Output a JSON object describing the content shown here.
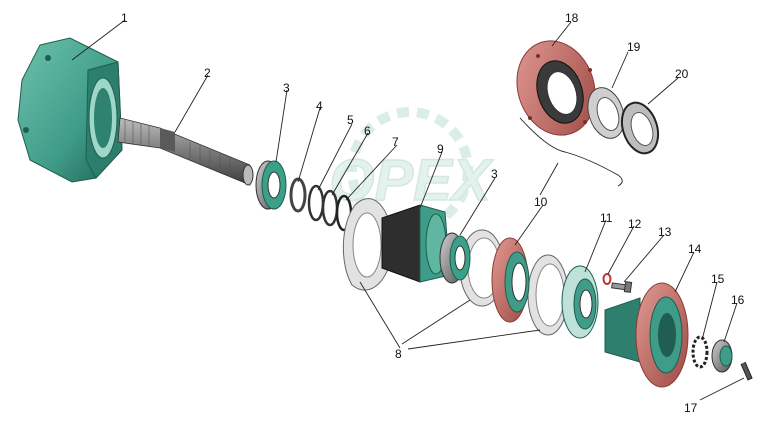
{
  "watermark": "OPEX",
  "colors": {
    "housing": "#3f9c88",
    "housing_dark": "#24705f",
    "steel": "#8a8a8a",
    "steel_dark": "#4a4a4a",
    "seal_red": "#c7706a",
    "seal_red_dark": "#8b3b36",
    "gasket": "#d8d8d8",
    "watermark": "#d6ece4"
  },
  "callouts": [
    {
      "id": "1",
      "text": "1"
    },
    {
      "id": "2",
      "text": "2"
    },
    {
      "id": "3a",
      "text": "3"
    },
    {
      "id": "3b",
      "text": "3"
    },
    {
      "id": "4",
      "text": "4"
    },
    {
      "id": "5",
      "text": "5"
    },
    {
      "id": "6",
      "text": "6"
    },
    {
      "id": "7",
      "text": "7"
    },
    {
      "id": "8",
      "text": "8"
    },
    {
      "id": "9",
      "text": "9"
    },
    {
      "id": "10",
      "text": "10"
    },
    {
      "id": "11",
      "text": "11"
    },
    {
      "id": "12",
      "text": "12"
    },
    {
      "id": "13",
      "text": "13"
    },
    {
      "id": "14",
      "text": "14"
    },
    {
      "id": "15",
      "text": "15"
    },
    {
      "id": "16",
      "text": "16"
    },
    {
      "id": "17",
      "text": "17"
    },
    {
      "id": "18",
      "text": "18"
    },
    {
      "id": "19",
      "text": "19"
    },
    {
      "id": "20",
      "text": "20"
    }
  ]
}
